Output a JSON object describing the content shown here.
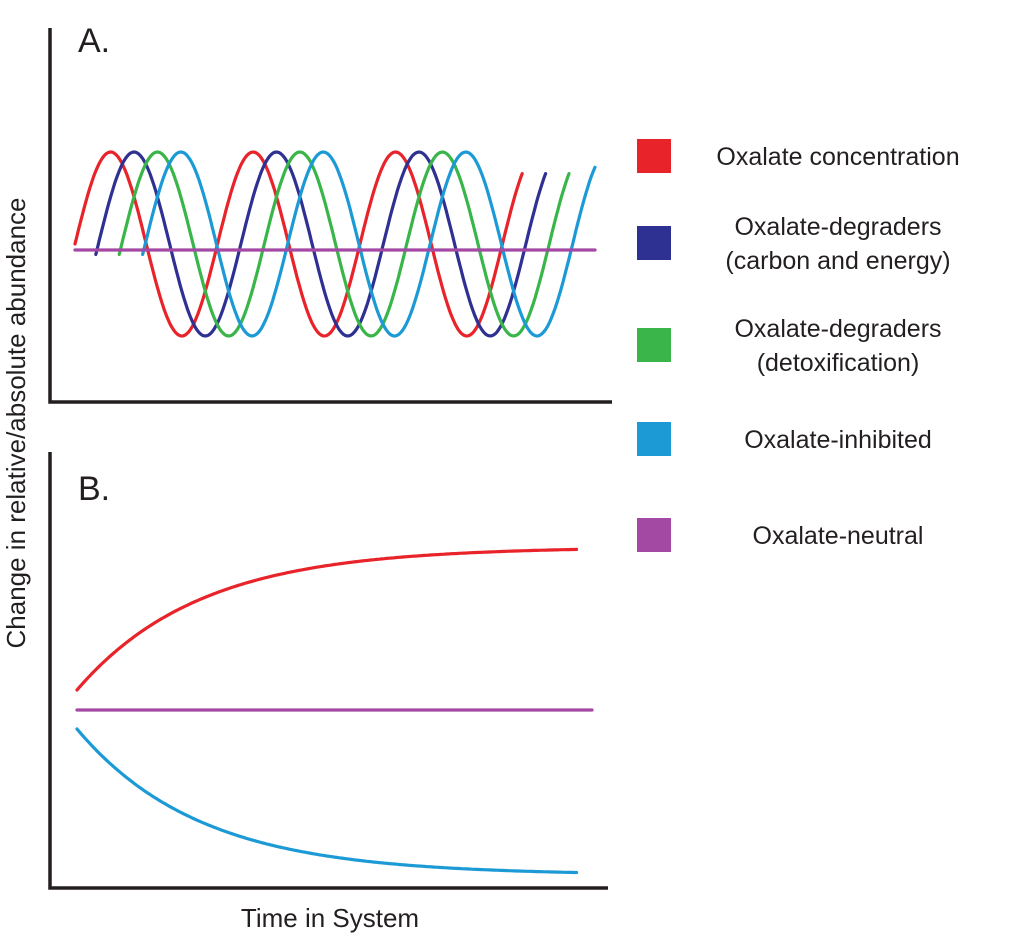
{
  "chart_data": [
    {
      "panel": "A.",
      "type": "line",
      "title": "",
      "xlabel": "Time in System",
      "ylabel": "Change in relative/absolute abundance",
      "grid": false,
      "legend": "right",
      "series": [
        {
          "name": "Oxalate concentration",
          "key": "conc",
          "color": "#e8232a",
          "shape": "sine",
          "period": 0.274,
          "phase": 0.0,
          "start": 0.0,
          "end": 0.86
        },
        {
          "name": "Oxalate-degraders\n(carbon and energy)",
          "key": "carbon",
          "color": "#2e3192",
          "shape": "sine",
          "period": 0.274,
          "phase": 0.045,
          "start": 0.04,
          "end": 0.905
        },
        {
          "name": "Oxalate-degraders\n(detoxification)",
          "key": "detox",
          "color": "#39b54a",
          "shape": "sine",
          "period": 0.274,
          "phase": 0.09,
          "start": 0.085,
          "end": 0.95
        },
        {
          "name": "Oxalate-inhibited",
          "key": "inhib",
          "color": "#1c9ad6",
          "shape": "sine",
          "period": 0.274,
          "phase": 0.135,
          "start": 0.13,
          "end": 1.0
        },
        {
          "name": "Oxalate-neutral",
          "key": "neutral",
          "color": "#a349a4",
          "shape": "flat",
          "level": 0.0,
          "start": 0.0,
          "end": 1.0
        }
      ]
    },
    {
      "panel": "B.",
      "type": "line",
      "title": "",
      "xlabel": "Time in System",
      "ylabel": "Change in relative/absolute abundance",
      "grid": false,
      "series": [
        {
          "key": "conc",
          "color": "#e8232a",
          "shape": "rise",
          "start": 0.0,
          "end": 0.97
        },
        {
          "key": "neutral",
          "color": "#a349a4",
          "shape": "flat",
          "level": 0.0,
          "start": 0.0,
          "end": 1.0
        },
        {
          "key": "inhib",
          "color": "#1c9ad6",
          "shape": "fall",
          "start": 0.0,
          "end": 0.97
        }
      ]
    }
  ],
  "legend_order": [
    "conc",
    "carbon",
    "detox",
    "inhib",
    "neutral"
  ]
}
